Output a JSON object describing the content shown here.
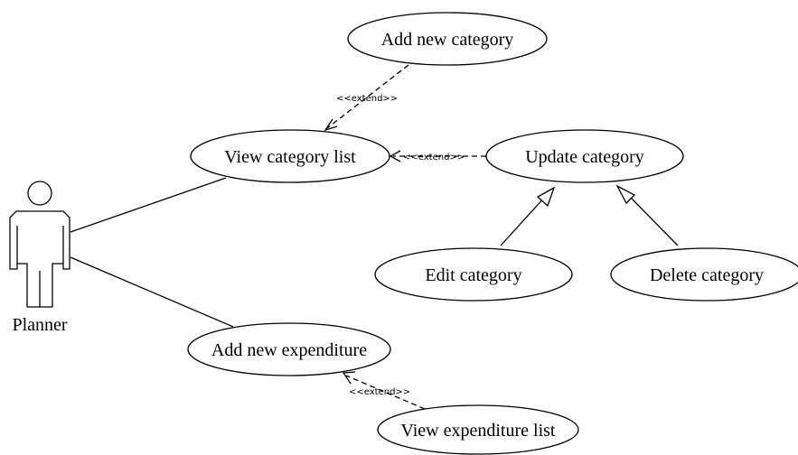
{
  "actor": {
    "name": "Planner"
  },
  "use_cases": {
    "add_new_category": "Add new category",
    "view_category_list": "View category list",
    "update_category": "Update category",
    "edit_category": "Edit category",
    "delete_category": "Delete category",
    "add_new_expenditure": "Add new expenditure",
    "view_expenditure_list": "View expenditure list"
  },
  "relations": {
    "extend_label": "<<extend>>"
  }
}
